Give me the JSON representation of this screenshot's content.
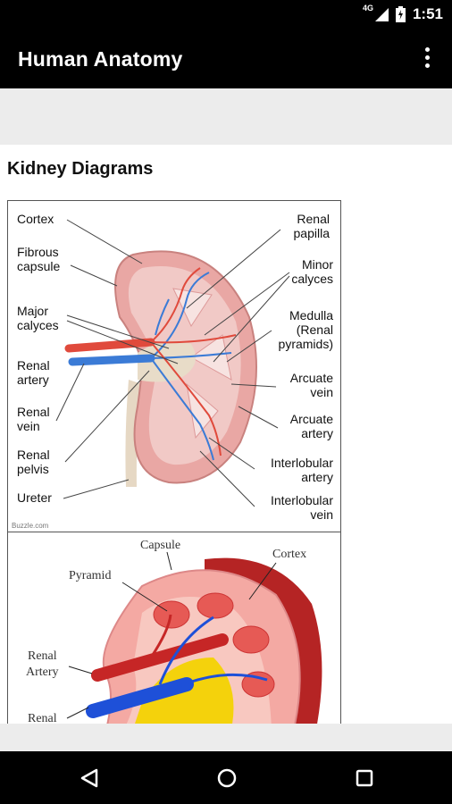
{
  "status_bar": {
    "network": "4G",
    "time": "1:51"
  },
  "app_bar": {
    "title": "Human Anatomy"
  },
  "content": {
    "section_title": "Kidney Diagrams",
    "diagram1": {
      "labels": {
        "cortex": "Cortex",
        "fibrous": [
          "Fibrous",
          "capsule"
        ],
        "major": [
          "Major",
          "calyces"
        ],
        "renal_artery": [
          "Renal",
          "artery"
        ],
        "renal_vein": [
          "Renal",
          "vein"
        ],
        "renal_pelvis": [
          "Renal",
          "pelvis"
        ],
        "ureter": "Ureter",
        "renal_papilla": [
          "Renal",
          "papilla"
        ],
        "minor": [
          "Minor",
          "calyces"
        ],
        "medulla": [
          "Medulla",
          "(Renal",
          "pyramids)"
        ],
        "arcuate_vein": [
          "Arcuate",
          "vein"
        ],
        "arcuate_artery": [
          "Arcuate",
          "artery"
        ],
        "interlob_artery": [
          "Interlobular",
          "artery"
        ],
        "interlob_vein": [
          "Interlobular",
          "vein"
        ],
        "credit": "Buzzle.com"
      }
    },
    "diagram2": {
      "labels": {
        "capsule": "Capsule",
        "cortex": "Cortex",
        "pyramid": "Pyramid",
        "renal_artery": [
          "Renal",
          "Artery"
        ],
        "renal_vein": "Renal"
      }
    }
  },
  "icons": {
    "overflow": "more-vert-icon",
    "back": "back-icon",
    "home": "home-icon",
    "recents": "recents-icon"
  }
}
